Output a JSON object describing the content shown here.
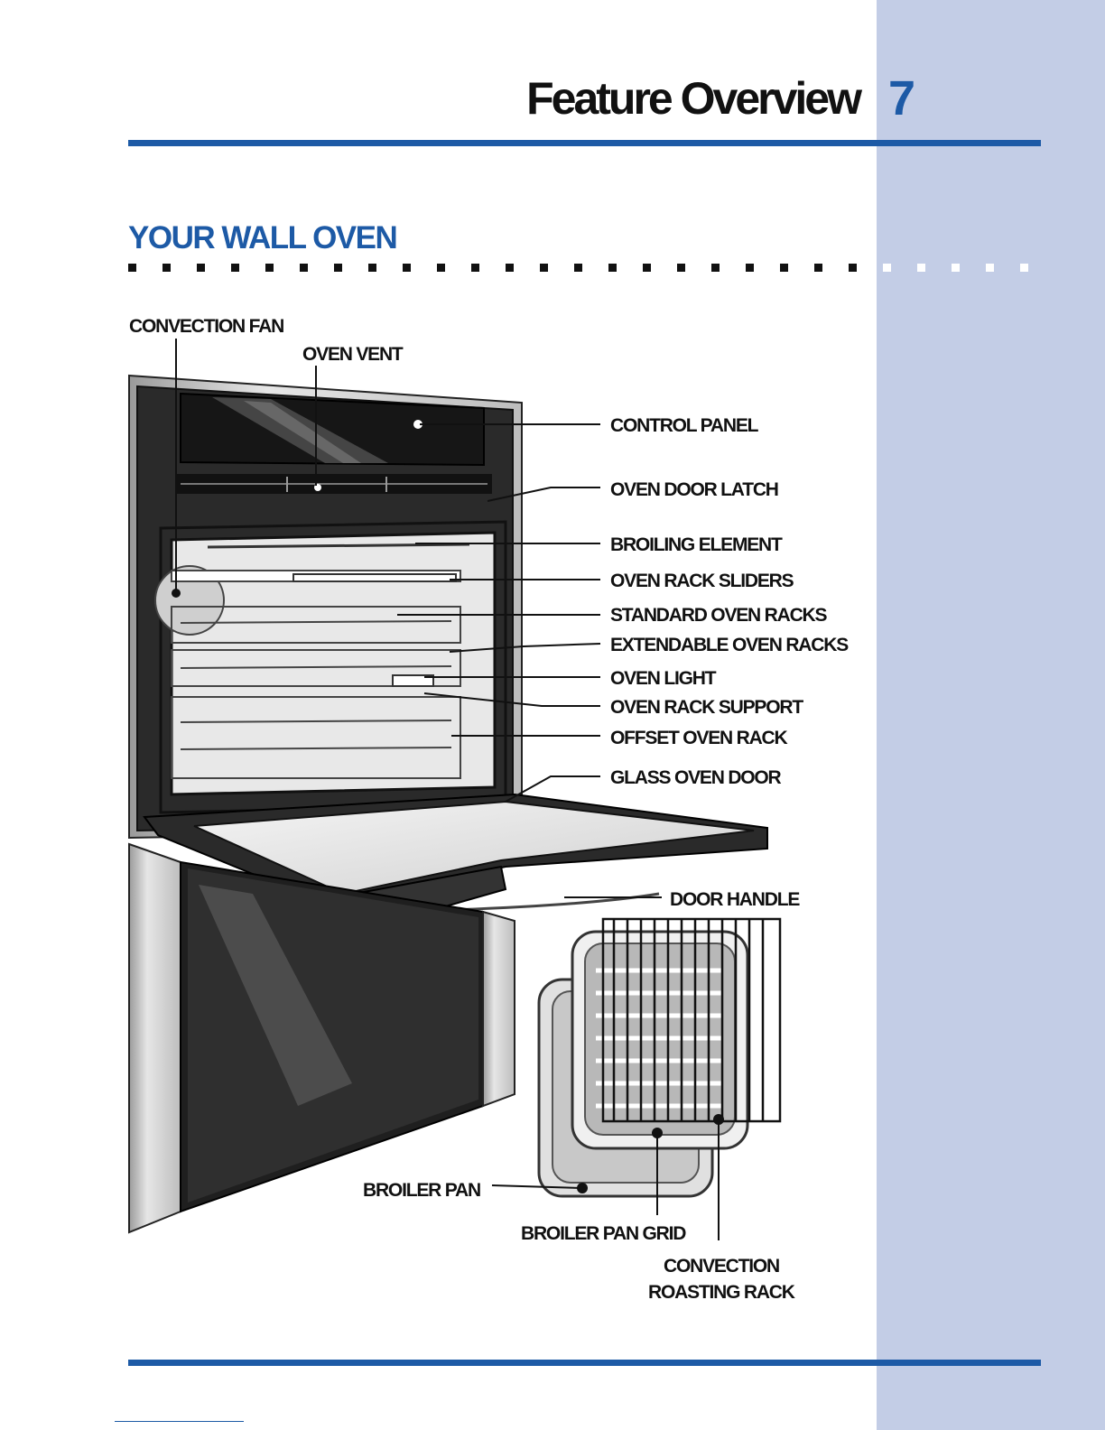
{
  "header": {
    "title": "Feature Overview",
    "page_number": "7"
  },
  "section": {
    "title": "YOUR WALL OVEN"
  },
  "diagram": {
    "labels": {
      "convection_fan": "CONVECTION FAN",
      "oven_vent": "OVEN VENT",
      "control_panel": "CONTROL PANEL",
      "oven_door_latch": "OVEN DOOR LATCH",
      "broiling_element": "BROILING ELEMENT",
      "oven_rack_sliders": "OVEN RACK SLIDERS",
      "standard_oven_racks": "STANDARD OVEN RACKS",
      "extendable_oven_racks": "EXTENDABLE OVEN RACKS",
      "oven_light": "OVEN LIGHT",
      "oven_rack_support": "OVEN RACK SUPPORT",
      "offset_oven_rack": "OFFSET OVEN RACK",
      "glass_oven_door": "GLASS OVEN DOOR",
      "door_handle": "DOOR HANDLE",
      "broiler_pan": "BROILER PAN",
      "broiler_pan_grid": "BROILER PAN GRID",
      "convection_roasting_rack_line1": "CONVECTION",
      "convection_roasting_rack_line2": "ROASTING RACK"
    }
  },
  "colors": {
    "accent": "#1d5aa6",
    "side_band": "#c3cde6"
  }
}
